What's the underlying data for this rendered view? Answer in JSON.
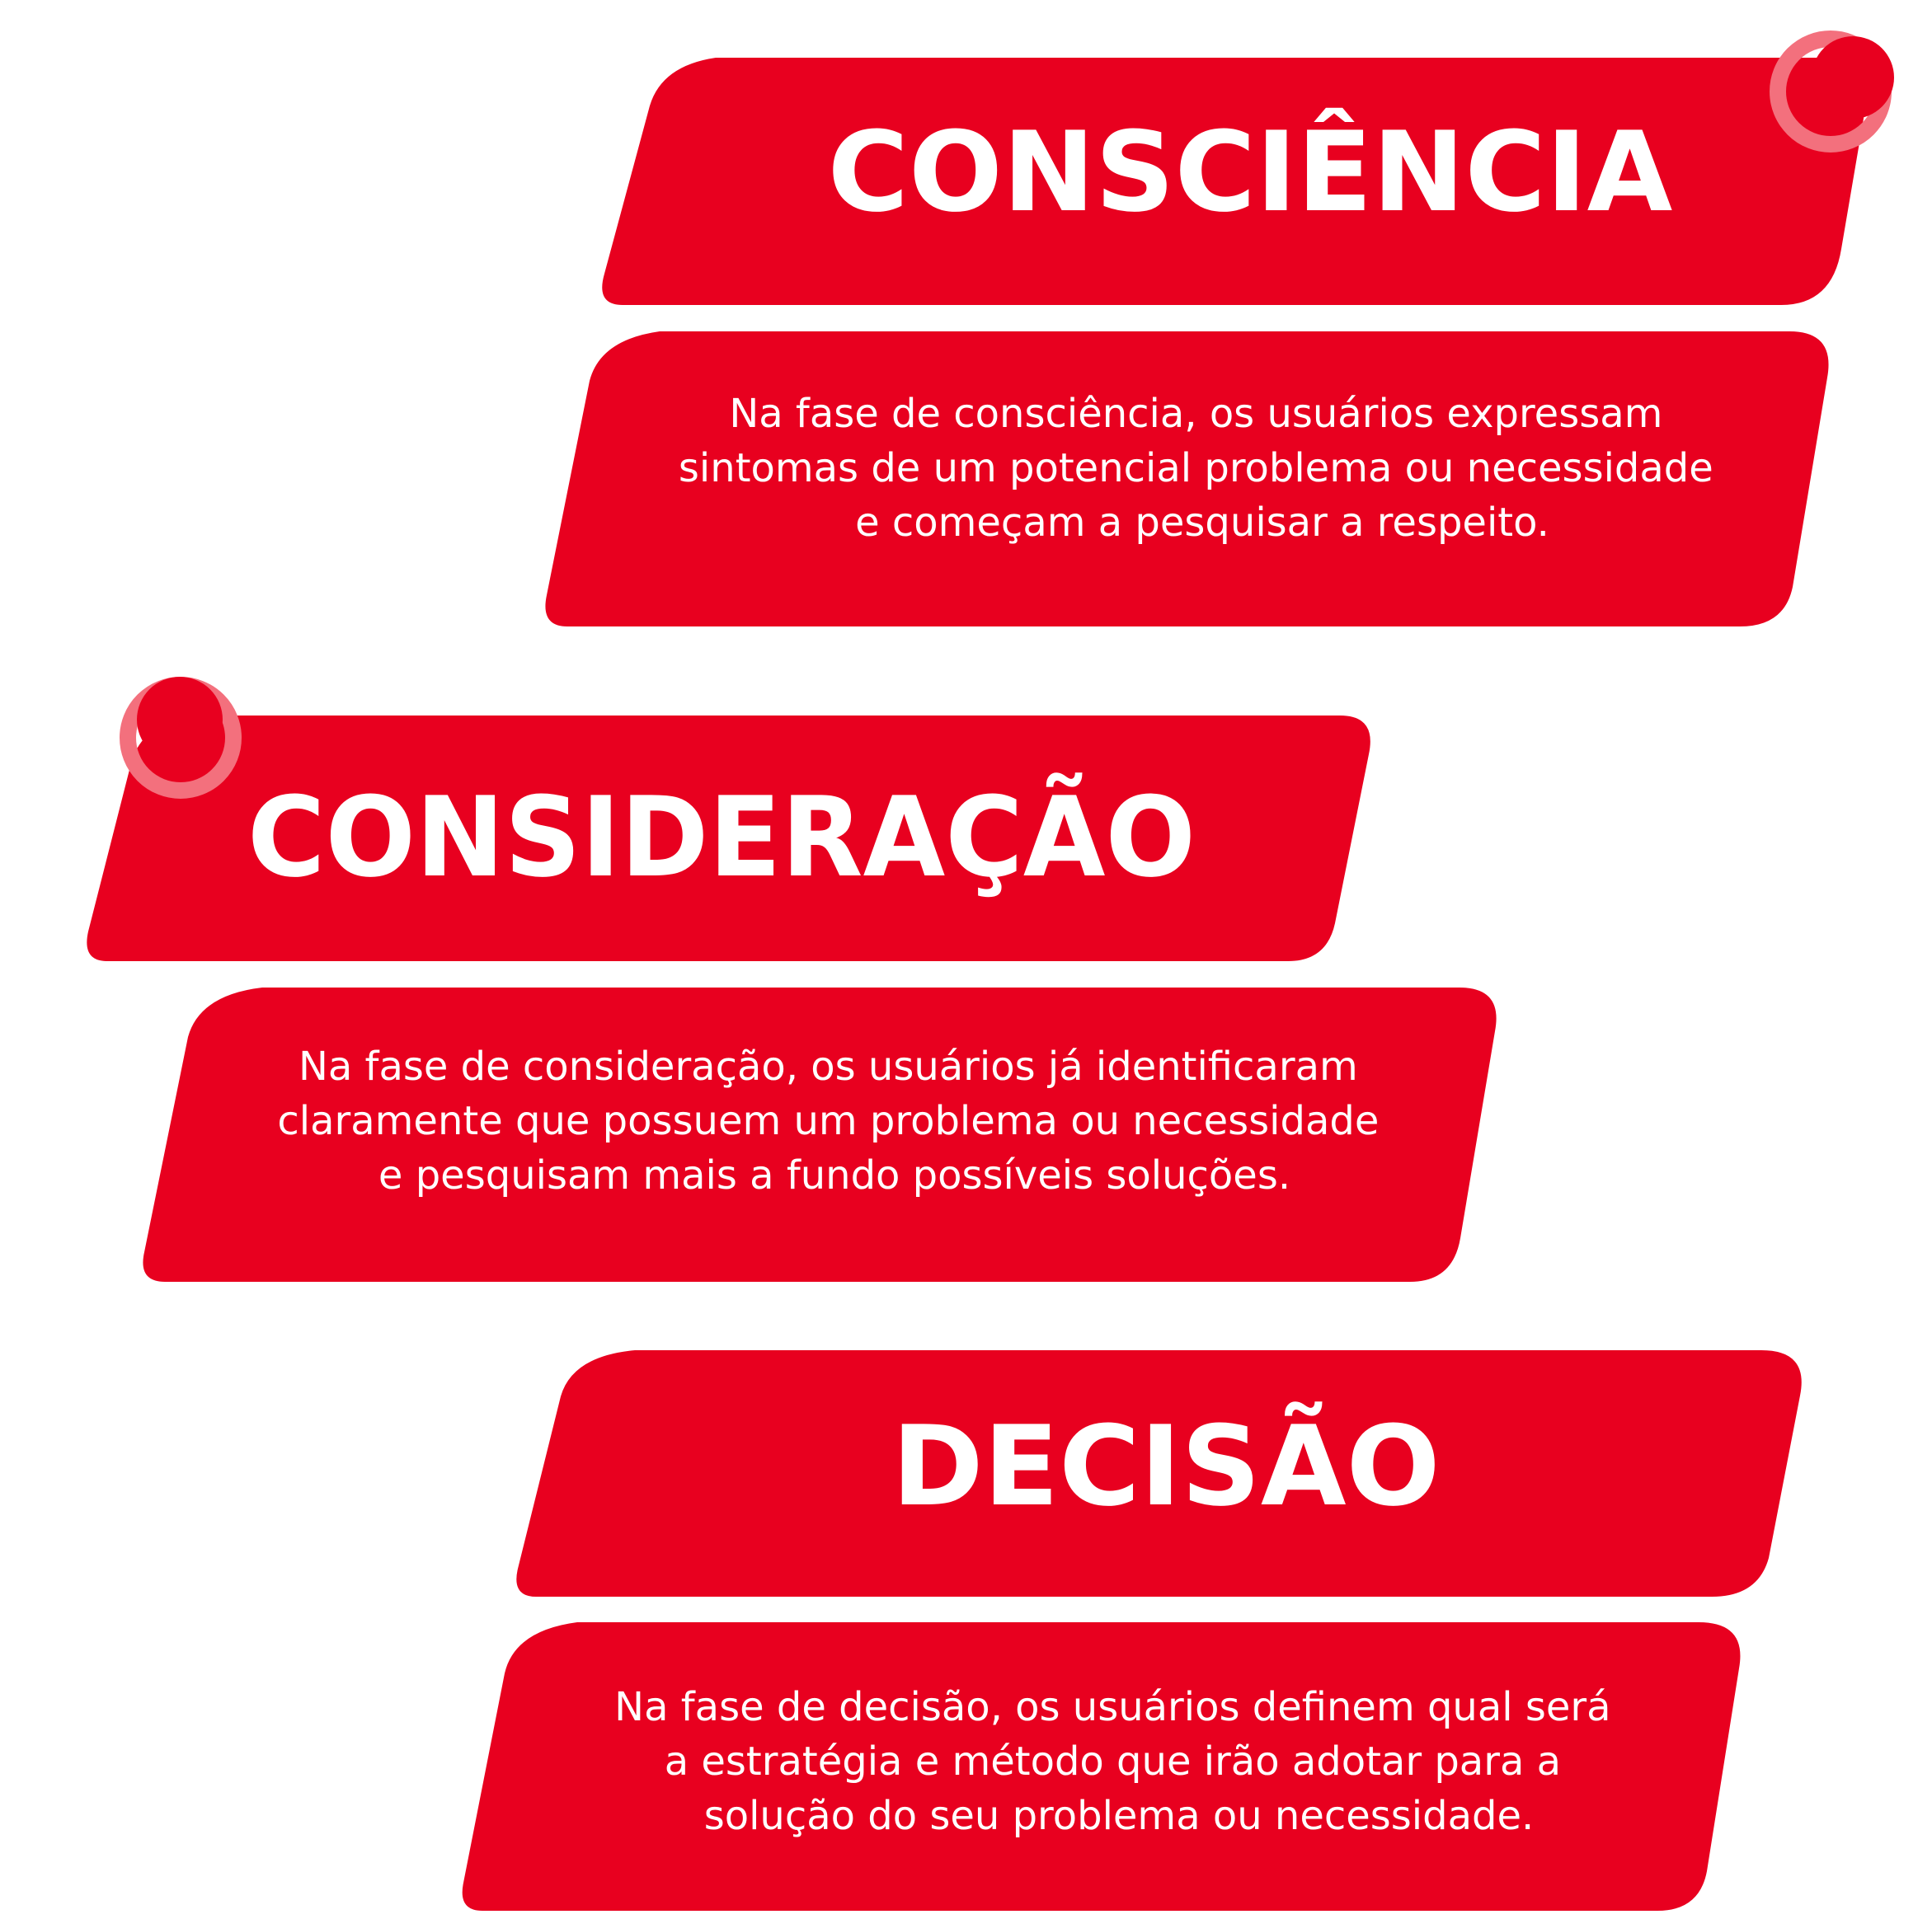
{
  "colors": {
    "card": "#e8001f",
    "text": "#ffffff",
    "ring": "#f3707d",
    "background": "#ffffff"
  },
  "stages": [
    {
      "title": "CONSCIÊNCIA",
      "description": [
        "Na fase de consciência, os usuários expressam",
        "sintomas de um potencial problema ou necessidade",
        "e começam a pesquisar a respeito."
      ]
    },
    {
      "title": "CONSIDERAÇÃO",
      "description": [
        "Na fase de consideração, os usuários já identificaram",
        "claramente que possuem um problema ou necessidade",
        "e pesquisam mais a fundo possíveis soluções."
      ]
    },
    {
      "title": "DECISÃO",
      "description": [
        "Na fase de decisão, os usuários definem qual será",
        "a estratégia e método que irão adotar para a",
        "solução do seu problema ou necessidade."
      ]
    }
  ]
}
